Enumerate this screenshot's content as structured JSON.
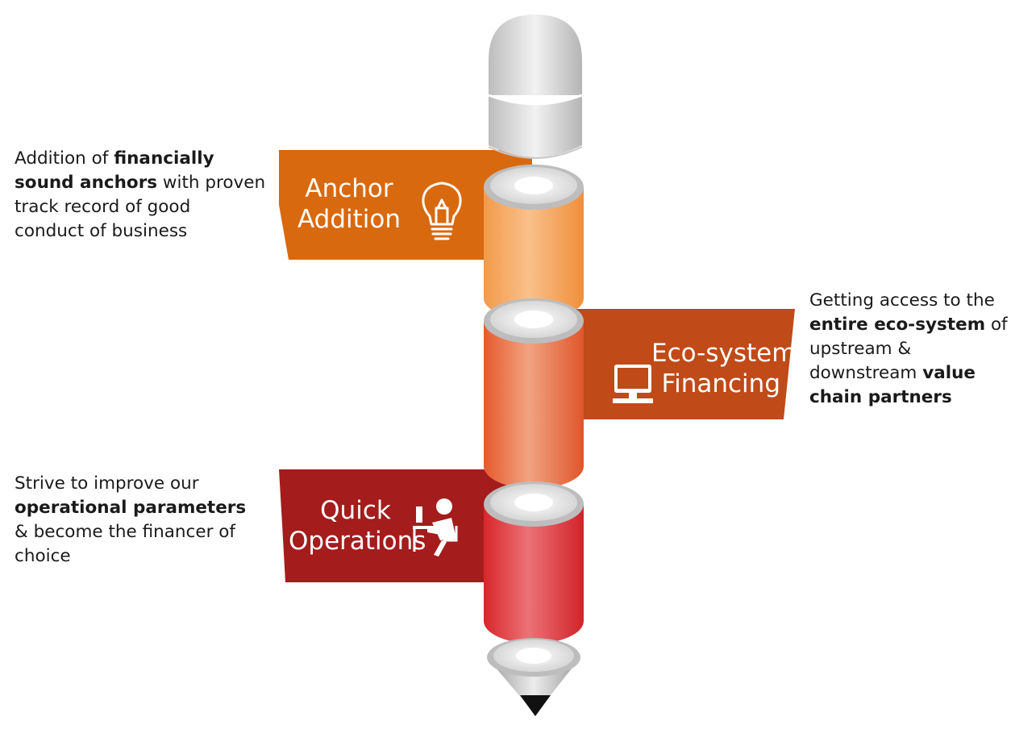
{
  "stages": [
    {
      "title_line1": "Anchor",
      "title_line2": "Addition",
      "icon": "lightbulb-icon",
      "color": "#D8690F",
      "desc_lines": [
        [
          {
            "text": "Addition of ",
            "bold": false
          },
          {
            "text": "financially",
            "bold": true
          }
        ],
        [
          {
            "text": "sound anchors",
            "bold": true
          },
          {
            "text": " with proven",
            "bold": false
          }
        ],
        [
          {
            "text": "track record of good",
            "bold": false
          }
        ],
        [
          {
            "text": "conduct of business",
            "bold": false
          }
        ]
      ]
    },
    {
      "title_line1": "Eco-system",
      "title_line2": "Financing",
      "icon": "computer-icon",
      "color": "#C04A18",
      "desc_lines": [
        [
          {
            "text": "Getting access to the",
            "bold": false
          }
        ],
        [
          {
            "text": "entire eco-system",
            "bold": true
          },
          {
            "text": " of",
            "bold": false
          }
        ],
        [
          {
            "text": "upstream &",
            "bold": false
          }
        ],
        [
          {
            "text": "downstream ",
            "bold": false
          },
          {
            "text": "value",
            "bold": true
          }
        ],
        [
          {
            "text": "chain partners",
            "bold": true
          }
        ]
      ]
    },
    {
      "title_line1": "Quick",
      "title_line2": "Operations",
      "icon": "person-at-desk-icon",
      "color": "#A41C1C",
      "desc_lines": [
        [
          {
            "text": "Strive to improve our",
            "bold": false
          }
        ],
        [
          {
            "text": "operational parameters",
            "bold": true
          }
        ],
        [
          {
            "text": "& become the financer of",
            "bold": false
          }
        ],
        [
          {
            "text": "choice",
            "bold": false
          }
        ]
      ]
    }
  ]
}
